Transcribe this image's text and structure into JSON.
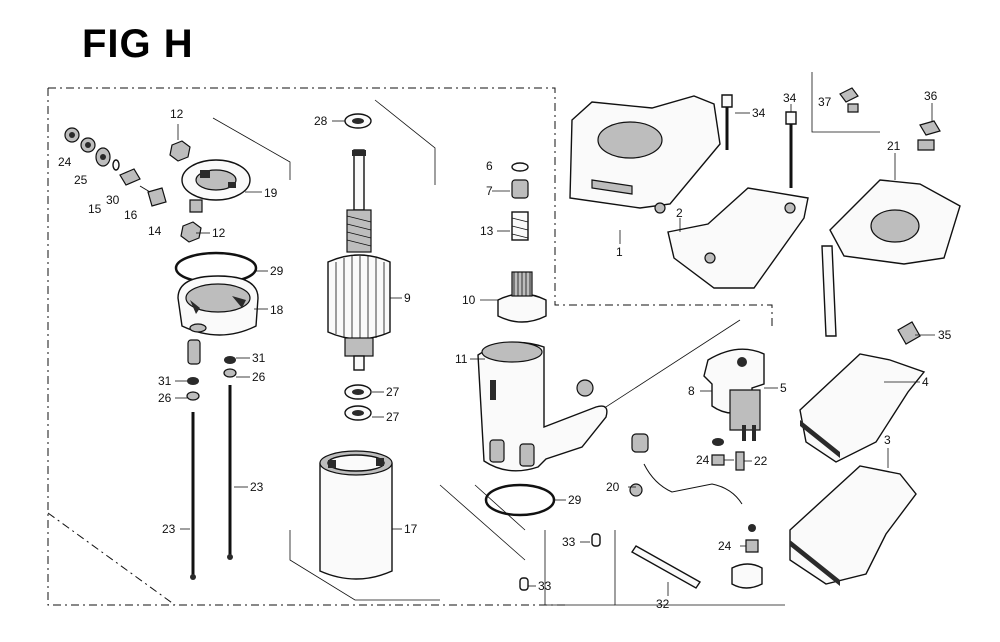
{
  "title": "FIG H",
  "labels": {
    "p1": "1",
    "p2": "2",
    "p3": "3",
    "p4": "4",
    "p5": "5",
    "p6": "6",
    "p7": "7",
    "p8": "8",
    "p9": "9",
    "p10": "10",
    "p11": "11",
    "p12a": "12",
    "p12b": "12",
    "p13": "13",
    "p14": "14",
    "p15": "15",
    "p16": "16",
    "p17": "17",
    "p18": "18",
    "p19": "19",
    "p20": "20",
    "p21": "21",
    "p22": "22",
    "p23a": "23",
    "p23b": "23",
    "p24a": "24",
    "p24b": "24",
    "p24c": "24",
    "p25": "25",
    "p26a": "26",
    "p26b": "26",
    "p27a": "27",
    "p27b": "27",
    "p28": "28",
    "p29a": "29",
    "p29b": "29",
    "p30": "30",
    "p31a": "31",
    "p31b": "31",
    "p32": "32",
    "p33a": "33",
    "p33b": "33",
    "p34a": "34",
    "p34b": "34",
    "p35": "35",
    "p36": "36",
    "p37": "37"
  }
}
